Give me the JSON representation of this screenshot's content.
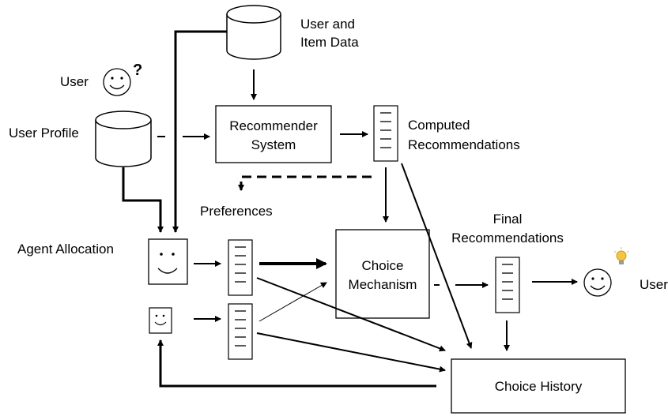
{
  "labels": {
    "user_item_data_line1": "User and",
    "user_item_data_line2": "Item Data",
    "user": "User",
    "user_question": "?",
    "user_profile": "User Profile",
    "recommender_line1": "Recommender",
    "recommender_line2": "System",
    "computed_line1": "Computed",
    "computed_line2": "Recommendations",
    "preferences": "Preferences",
    "agent_allocation": "Agent Allocation",
    "choice_line1": "Choice",
    "choice_line2": "Mechanism",
    "final_line1": "Final",
    "final_line2": "Recommendations",
    "user_right": "User",
    "choice_history": "Choice History"
  },
  "icons": [
    "smiley-icon",
    "question-icon",
    "lightbulb-icon",
    "database-icon",
    "list-icon"
  ],
  "colors": {
    "stroke": "#000000",
    "bulb": "#f5c542",
    "background": "#ffffff"
  }
}
